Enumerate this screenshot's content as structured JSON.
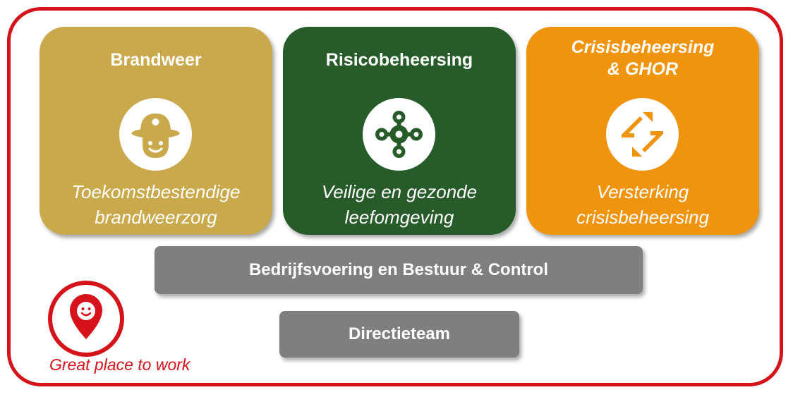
{
  "cards": [
    {
      "title": "Brandweer",
      "subtitle": [
        "Toekomstbestendige",
        "brandweerzorg"
      ],
      "icon": "firefighter-icon",
      "color": "#c9a94b"
    },
    {
      "title": "Risicobeheersing",
      "subtitle": [
        "Veilige en gezonde",
        "leefomgeving"
      ],
      "icon": "network-nodes-icon",
      "color": "#275c2a"
    },
    {
      "title": [
        "Crisisbeheersing",
        "& GHOR"
      ],
      "subtitle": [
        "Versterking",
        "crisisbeheersing"
      ],
      "icon": "rotating-arrows-icon",
      "color": "#f0930d"
    }
  ],
  "bars": {
    "bedrijfsvoering": "Bedrijfsvoering en Bestuur & Control",
    "directieteam": "Directieteam"
  },
  "great_place": {
    "label": "Great place to work",
    "icon": "smiley-location-pin-icon"
  },
  "colors": {
    "frame": "#d6121a",
    "bar": "#7f7f7f",
    "text_light": "#ffffff"
  }
}
